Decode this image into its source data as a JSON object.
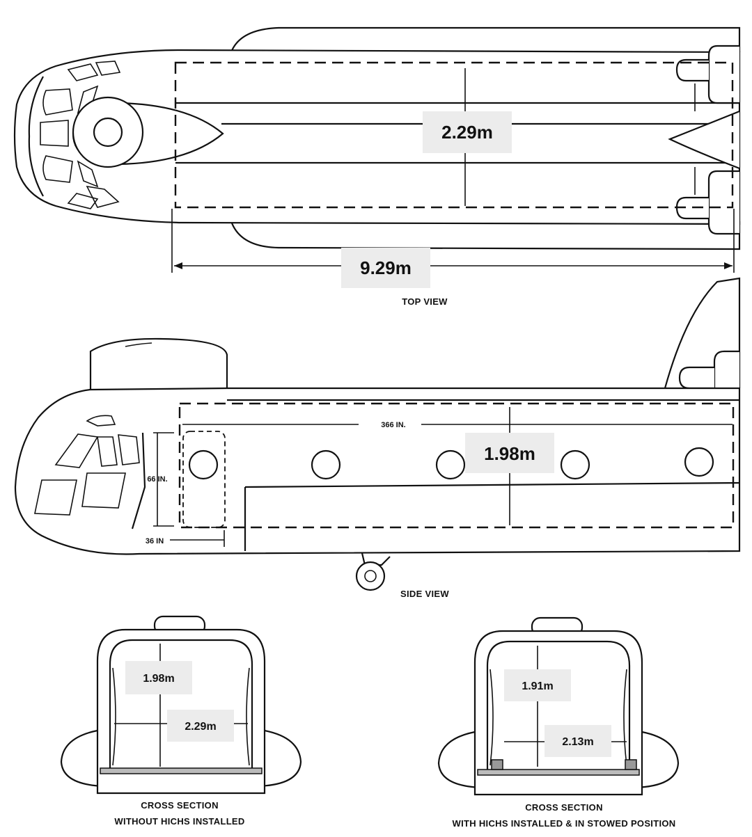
{
  "top_view": {
    "caption": "TOP VIEW",
    "width_label": "2.29m",
    "length_label": "9.29m"
  },
  "side_view": {
    "caption": "SIDE VIEW",
    "length_in": "366 IN.",
    "door_height_in": "66 IN.",
    "door_width_in": "36 IN",
    "height_label": "1.98m"
  },
  "cross_section_left": {
    "caption": "CROSS SECTION",
    "subcaption": "WITHOUT HICHS INSTALLED",
    "height_label": "1.98m",
    "width_label": "2.29m"
  },
  "cross_section_right": {
    "caption": "CROSS SECTION",
    "subcaption": "WITH HICHS INSTALLED & IN STOWED POSITION",
    "height_label": "1.91m",
    "width_label": "2.13m"
  }
}
